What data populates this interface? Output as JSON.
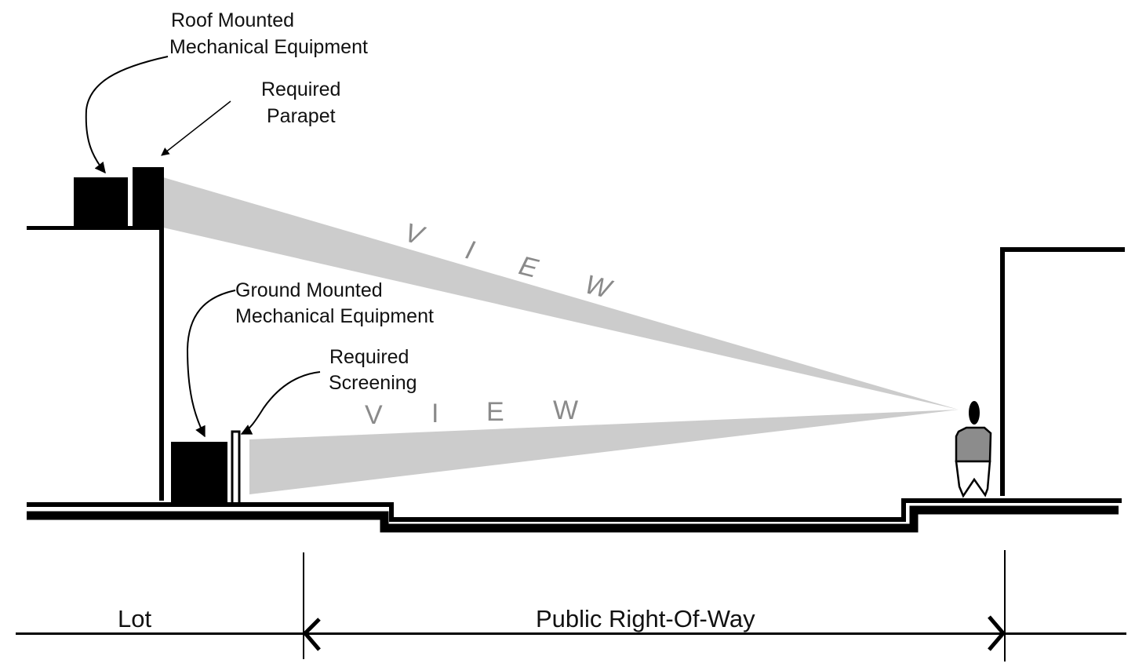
{
  "labels": {
    "roof_equipment": [
      "Roof Mounted",
      "Mechanical Equipment"
    ],
    "parapet": [
      "Required",
      "Parapet"
    ],
    "ground_equipment": [
      "Ground Mounted",
      "Mechanical Equipment"
    ],
    "screening": [
      "Required",
      "Screening"
    ],
    "view_upper": [
      "V",
      "I",
      "E",
      "W"
    ],
    "view_lower": [
      "V",
      "I",
      "E",
      "W"
    ],
    "lot": "Lot",
    "right_of_way": "Public Right-Of-Way"
  },
  "colors": {
    "ink": "#000000",
    "view_cone": "#cccccc",
    "view_text": "#8a8a8a",
    "person_torso": "#8c8c8c"
  }
}
